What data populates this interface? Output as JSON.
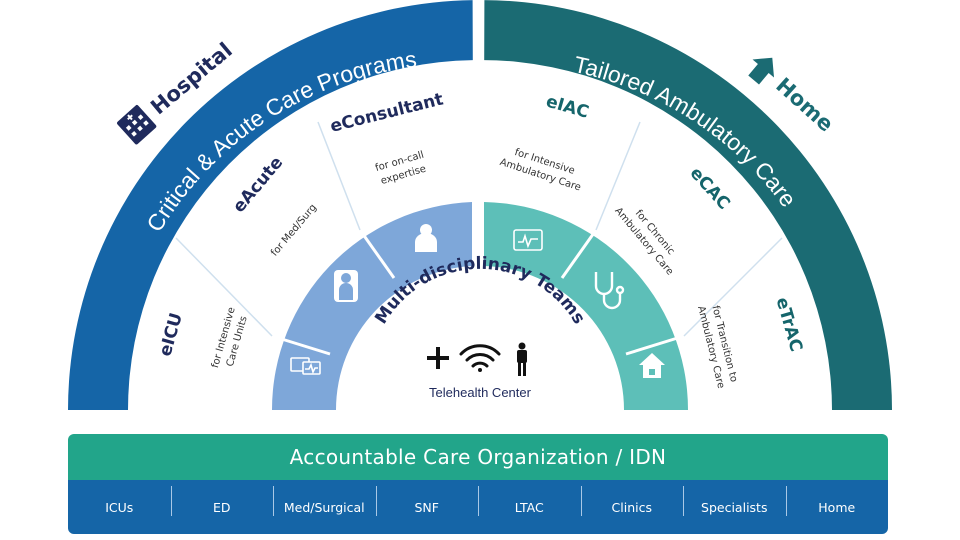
{
  "left_band": {
    "hospital_label": "Hospital",
    "arc_title": "Critical & Acute Care Programs"
  },
  "right_band": {
    "home_label": "Home",
    "arc_title": "Tailored Ambulatory Care"
  },
  "programs_left": [
    {
      "name": "eICU",
      "desc": [
        "for Intensive",
        "Care Units"
      ]
    },
    {
      "name": "eAcute",
      "desc": [
        "for Med/Surg"
      ]
    },
    {
      "name": "eConsultant",
      "desc": [
        "for on-call",
        "expertise"
      ]
    }
  ],
  "programs_right": [
    {
      "name": "eIAC",
      "desc": [
        "for Intensive",
        "Ambulatory Care"
      ]
    },
    {
      "name": "eCAC",
      "desc": [
        "for Chronic",
        "Ambulatory Care"
      ]
    },
    {
      "name": "eTrAC",
      "desc": [
        "for Transition to",
        "Ambulatory Care"
      ]
    }
  ],
  "center": {
    "title": "Multi-disciplinary Teams",
    "subtitle": "Telehealth Center"
  },
  "inner_icons": [
    "monitor-icon",
    "doctor-icon",
    "nurse-icon",
    "telemetry-icon",
    "stethoscope-icon",
    "house-icon"
  ],
  "aco": {
    "title": "Accountable Care Organization / IDN",
    "cells": [
      "ICUs",
      "ED",
      "Med/Surgical",
      "SNF",
      "LTAC",
      "Clinics",
      "Specialists",
      "Home"
    ]
  },
  "colors": {
    "hospital_blue": "#1565a7",
    "navy_text": "#1f2a5c",
    "inner_blue": "#7ea7d9",
    "home_teal": "#1b6b73",
    "inner_teal": "#5dbfb8",
    "teal_text": "#15656b",
    "aco_green": "#22a58a"
  }
}
